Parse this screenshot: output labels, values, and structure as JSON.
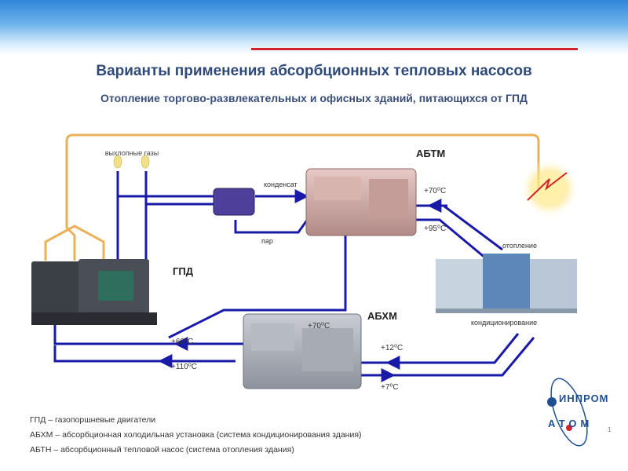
{
  "slide": {
    "title": "Варианты применения абсорбционных тепловых насосов",
    "subtitle": "Отопление торгово-развлекательных и офисных зданий, питающихся от ГПД",
    "page_number": "1"
  },
  "labels": {
    "exhaust": "выхлопные газы",
    "abtm": "АБТМ",
    "condensate": "конденсат",
    "steam": "пар",
    "heating": "отопление",
    "gpd": "ГПД",
    "abhm": "АБХМ",
    "conditioning": "кондиционирование",
    "t70_top": "+70⁰С",
    "t95": "+95⁰С",
    "t70_mid": "+70⁰С",
    "t60": "+60⁰С",
    "t110": "+110⁰С",
    "t12": "+12⁰С",
    "t7": "+7⁰С"
  },
  "legend": [
    "ГПД – газопоршневые двигатели",
    "АБХМ – абсорбционная холодильная установка (система кондиционирования здания)",
    "АБТН – абсорбционный тепловой насос (система отопления здания)"
  ],
  "logo": {
    "top": "ИНПРОМ",
    "bottom": "АТОМ"
  },
  "colors": {
    "pipe": "#1a1aa8",
    "exhaust_line": "#e9b25a",
    "accent_red": "#d4222a",
    "brand_blue": "#1f4f93"
  }
}
